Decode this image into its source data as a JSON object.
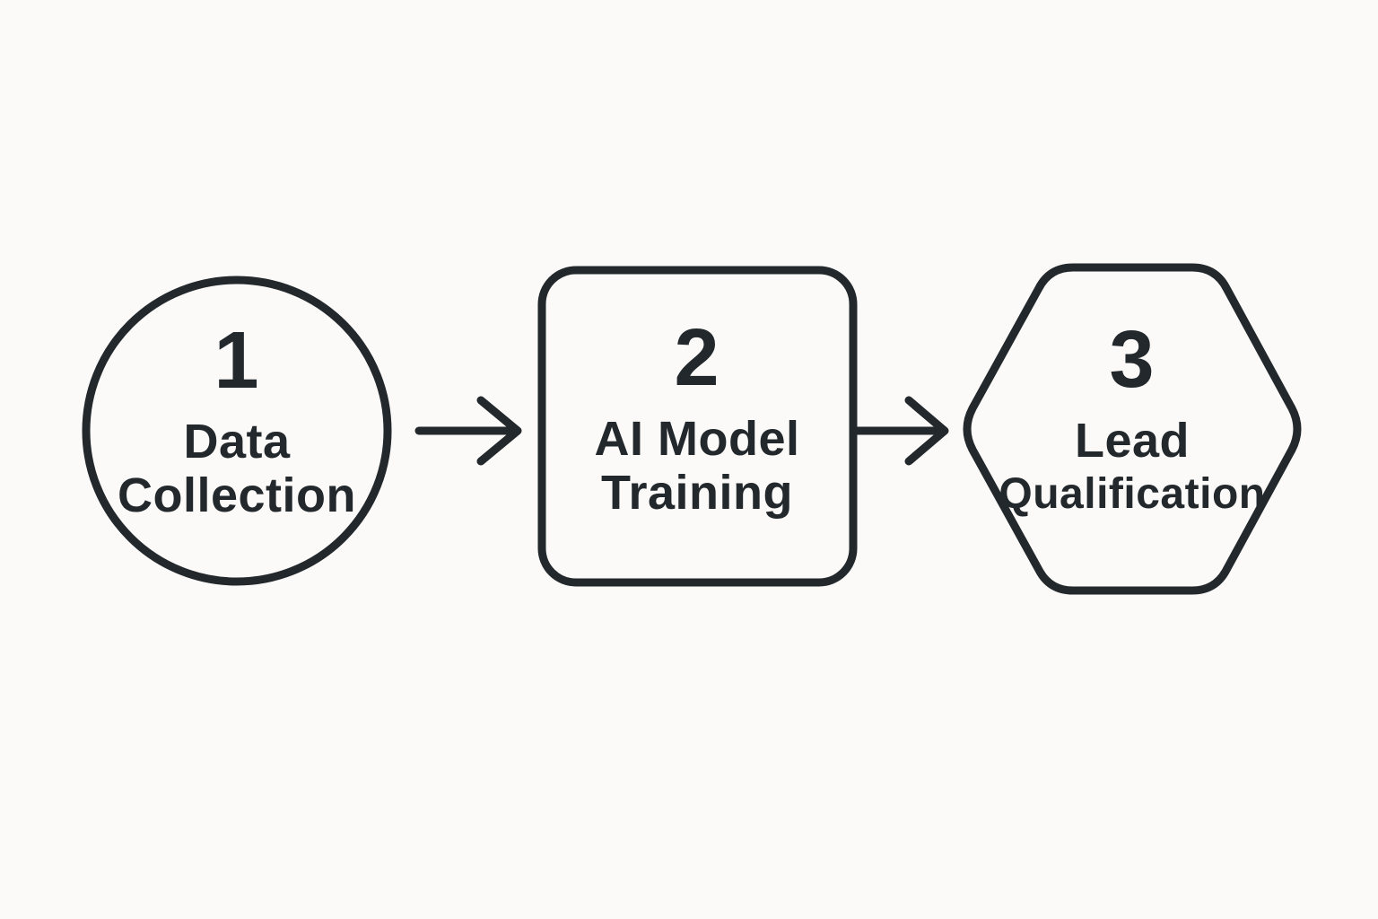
{
  "colors": {
    "background": "#fbfaf9",
    "ink": "#22282b"
  },
  "diagram": {
    "steps": [
      {
        "shape": "circle",
        "number": "1",
        "line1": "Data",
        "line2": "Collection"
      },
      {
        "shape": "rounded-square",
        "number": "2",
        "line1": "AI Model",
        "line2": "Training"
      },
      {
        "shape": "hexagon",
        "number": "3",
        "line1": "Lead",
        "line2": "Qualification"
      }
    ],
    "connectors": [
      {
        "icon": "arrow-right"
      },
      {
        "icon": "arrow-right"
      }
    ]
  }
}
